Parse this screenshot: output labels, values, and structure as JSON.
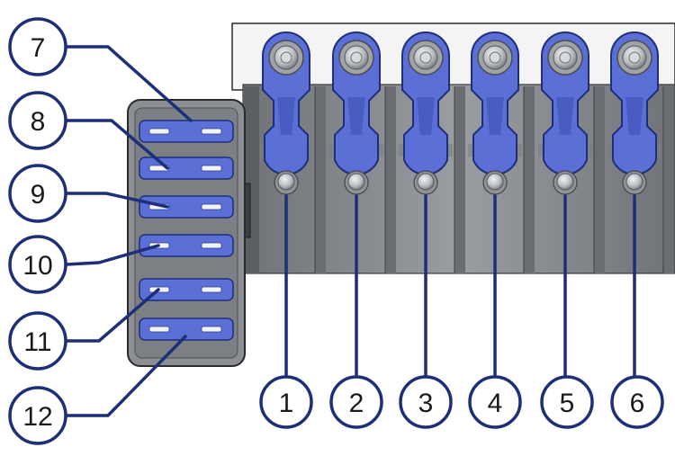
{
  "colors": {
    "accent_blue": "#3a4db3",
    "fuse_blue": "#5b6fd6",
    "leader_navy": "#1d2f78",
    "housing_gray": "#8a8d92",
    "housing_dark": "#5f6166",
    "bolt_silver": "#c9cbcf"
  },
  "large_fuses": [
    {
      "label": "1"
    },
    {
      "label": "2"
    },
    {
      "label": "3"
    },
    {
      "label": "4"
    },
    {
      "label": "5"
    },
    {
      "label": "6"
    }
  ],
  "blade_fuses": [
    {
      "label": "7"
    },
    {
      "label": "8"
    },
    {
      "label": "9"
    },
    {
      "label": "10"
    },
    {
      "label": "11"
    },
    {
      "label": "12"
    }
  ]
}
